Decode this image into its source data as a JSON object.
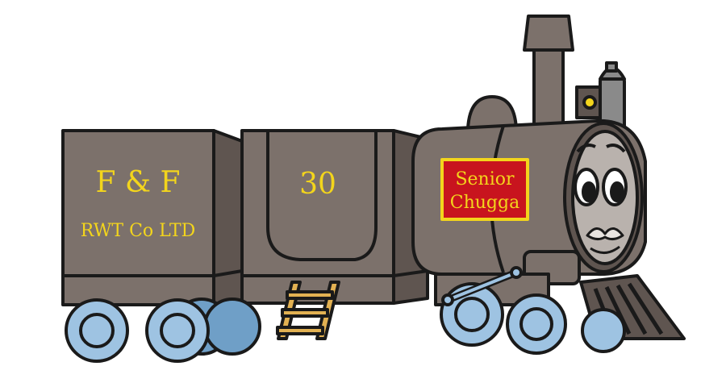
{
  "tender": {
    "line1": "F & F",
    "line2": "RWT Co LTD"
  },
  "coal_car": {
    "number": "30"
  },
  "nameplate": {
    "line1": "Senior",
    "line2": "Chugga"
  },
  "colors": {
    "body": "#7c716b",
    "body_dark": "#5f5550",
    "outline": "#1a1a1a",
    "wheel": "#9ec3e2",
    "wheel_dark": "#6f9fc7",
    "lettering": "#f3d51c",
    "plate_bg": "#c8141e",
    "ladder": "#e2b152",
    "face": "#b9b2ad"
  },
  "icons": [
    "train-illustration",
    "steam-locomotive",
    "face",
    "ladder"
  ]
}
